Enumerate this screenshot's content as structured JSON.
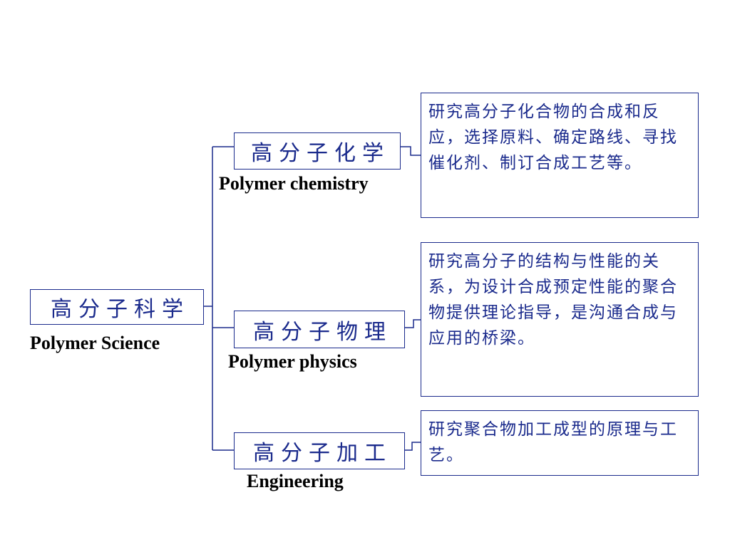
{
  "colors": {
    "accent": "#1a2a8c",
    "label": "#000000"
  },
  "root": {
    "title_cn": "高分子科学",
    "title_en": "Polymer Science"
  },
  "branches": [
    {
      "title_cn": "高分子化学",
      "title_en": "Polymer chemistry",
      "description": "研究高分子化合物的合成和反应，选择原料、确定路线、寻找催化剂、制订合成工艺等。"
    },
    {
      "title_cn": "高分子物理",
      "title_en": "Polymer physics",
      "description": "研究高分子的结构与性能的关系，为设计合成预定性能的聚合物提供理论指导，是沟通合成与应用的桥梁。"
    },
    {
      "title_cn": "高分子加工",
      "title_en": "Engineering",
      "description": "研究聚合物加工成型的原理与工艺。"
    }
  ]
}
